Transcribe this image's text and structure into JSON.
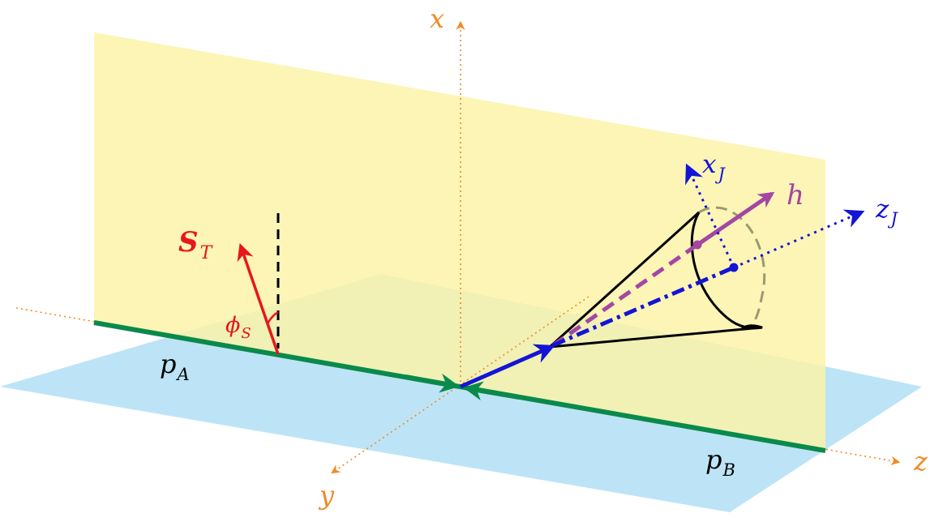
{
  "colors": {
    "axis": "#f08a24",
    "plane_xz": "#fdf3a6",
    "plane_yz": "#bde4f6",
    "beam": "#0a8a4a",
    "jet": "#1414d6",
    "hadron": "#a347a3",
    "spin": "#e8161b",
    "cone": "#000000",
    "cone_back": "#9a9a70"
  },
  "labels": {
    "x": {
      "base": "x",
      "sub": ""
    },
    "y": {
      "base": "y",
      "sub": ""
    },
    "z": {
      "base": "z",
      "sub": ""
    },
    "xJ": {
      "base": "x",
      "sub": "J"
    },
    "zJ": {
      "base": "z",
      "sub": "J"
    },
    "h": {
      "base": "h",
      "sub": ""
    },
    "ST": {
      "base": "S",
      "sub": "T"
    },
    "phiS": {
      "base": "ϕ",
      "sub": "S"
    },
    "pA": {
      "base": "p",
      "sub": "A"
    },
    "pB": {
      "base": "p",
      "sub": "B"
    }
  }
}
